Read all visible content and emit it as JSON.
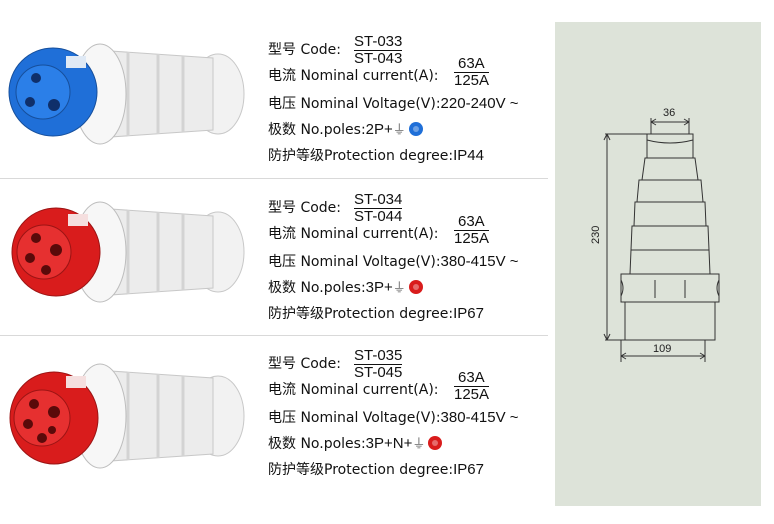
{
  "colors": {
    "blue": "#1f6fd8",
    "red": "#d91c1c",
    "panel": "#dde3d9"
  },
  "labels": {
    "code": "型号 Code:",
    "current": "电流  Nominal current(A):",
    "voltage": "电压  Nominal Voltage(V):",
    "poles": "极数  No.poles:",
    "protection": "防护等级Protection degree:"
  },
  "products": [
    {
      "code_top": "ST-033",
      "code_bottom": "ST-043",
      "current_top": "63A",
      "current_bottom": "125A",
      "voltage": "220-240V ~",
      "poles": "2P+",
      "dot_color": "blue",
      "protection": "IP44",
      "plug_color": "blue"
    },
    {
      "code_top": "ST-034",
      "code_bottom": "ST-044",
      "current_top": "63A",
      "current_bottom": "125A",
      "voltage": "380-415V ~",
      "poles": "3P+",
      "dot_color": "red",
      "protection": "IP67",
      "plug_color": "red"
    },
    {
      "code_top": "ST-035",
      "code_bottom": "ST-045",
      "current_top": "63A",
      "current_bottom": "125A",
      "voltage": "380-415V ~",
      "poles": "3P+N+",
      "dot_color": "red",
      "protection": "IP67",
      "plug_color": "red"
    }
  ],
  "drawing": {
    "dim_top": "36",
    "dim_height": "230",
    "dim_bottom": "109"
  }
}
